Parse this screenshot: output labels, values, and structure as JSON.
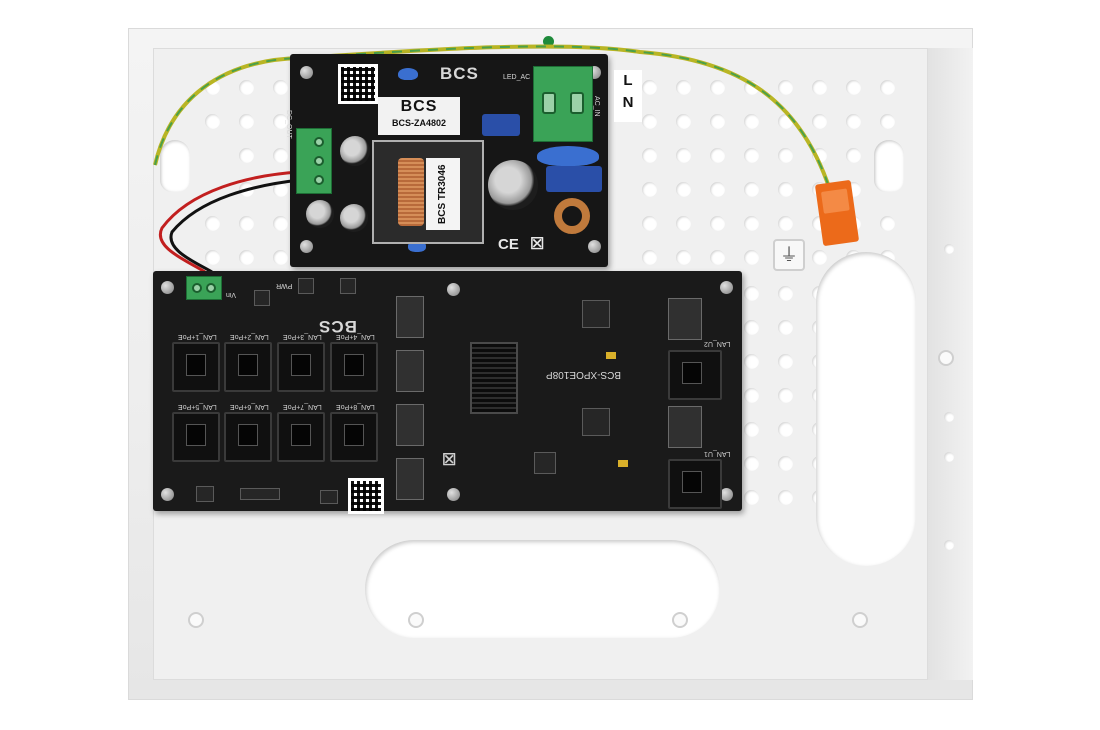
{
  "scene": {
    "enclosure_color": "#f0f0f0",
    "pcb_color": "#161616",
    "accent_orange": "#ec6a1a",
    "terminal_green": "#3aa357"
  },
  "psu": {
    "brand": "BCS",
    "sticker_brand": "BCS",
    "model": "BCS-ZA4802",
    "transformer_label": "BCS TR3046",
    "led_label": "LED_AC",
    "dc_out_label": "DC_OUT",
    "ac_in_label": "AC_IN",
    "cert_text": "CE"
  },
  "ln_label": {
    "l": "L",
    "n": "N"
  },
  "switch": {
    "brand": "BCS",
    "model": "BCS-XPOE108P",
    "vin_label": "Vin",
    "pwr_label": "PWR",
    "ports_top": [
      {
        "label": "LAN_1+PoE"
      },
      {
        "label": "LAN_2+PoE"
      },
      {
        "label": "LAN_3+PoE"
      },
      {
        "label": "LAN_4+PoE"
      }
    ],
    "ports_bottom": [
      {
        "label": "LAN_5+PoE"
      },
      {
        "label": "LAN_6+PoE"
      },
      {
        "label": "LAN_7+PoE"
      },
      {
        "label": "LAN_8+PoE"
      }
    ],
    "uplink_ports": [
      {
        "label": "LAN_U2"
      },
      {
        "label": "LAN_U1"
      }
    ]
  },
  "icons": {
    "earth": "protective-earth-icon",
    "weee": "crossed-bin-icon"
  }
}
